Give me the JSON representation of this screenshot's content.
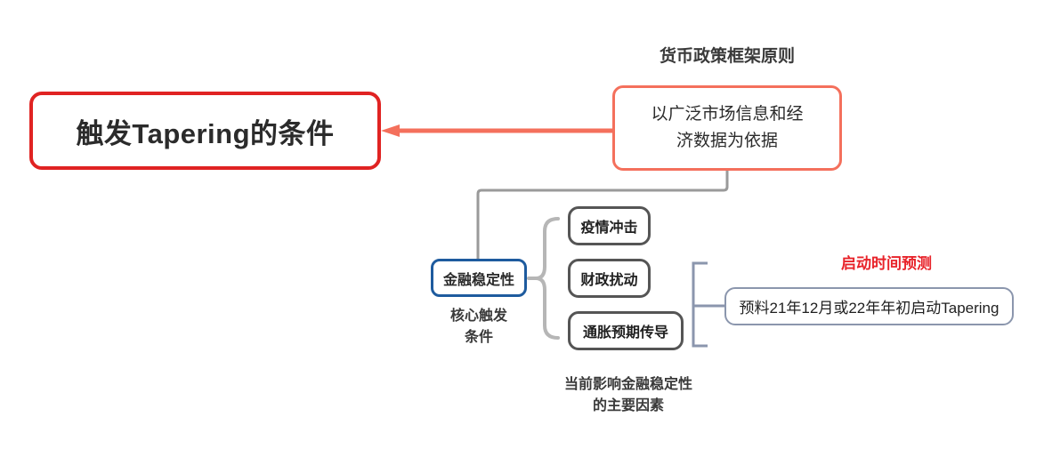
{
  "diagram": {
    "type": "mind-map",
    "title": "触发Tapering的条件",
    "colors": {
      "root_border": "#e02322",
      "principle_border": "#f4705c",
      "connector_red": "#f4705c",
      "stability_border": "#1e5b9e",
      "factor_border": "#555555",
      "forecast_border": "#8b96ad",
      "connector_gray": "#9a9a9a",
      "connector_blue_gray": "#8b96ad",
      "forecast_caption": "#e8232a",
      "background": "#ffffff"
    },
    "root": {
      "label": "触发Tapering的条件"
    },
    "principle": {
      "caption": "货币政策框架原则",
      "label": "以广泛市场信息和经\n济数据为依据"
    },
    "stability": {
      "label": "金融稳定性",
      "caption": "核心触发\n条件"
    },
    "factors": {
      "caption": "当前影响金融稳定性\n的主要因素",
      "items": [
        {
          "label": "疫情冲击"
        },
        {
          "label": "财政扰动"
        },
        {
          "label": "通胀预期传导"
        }
      ]
    },
    "forecast": {
      "caption": "启动时间预测",
      "label": "预料21年12月或22年年初启动Tapering"
    }
  }
}
